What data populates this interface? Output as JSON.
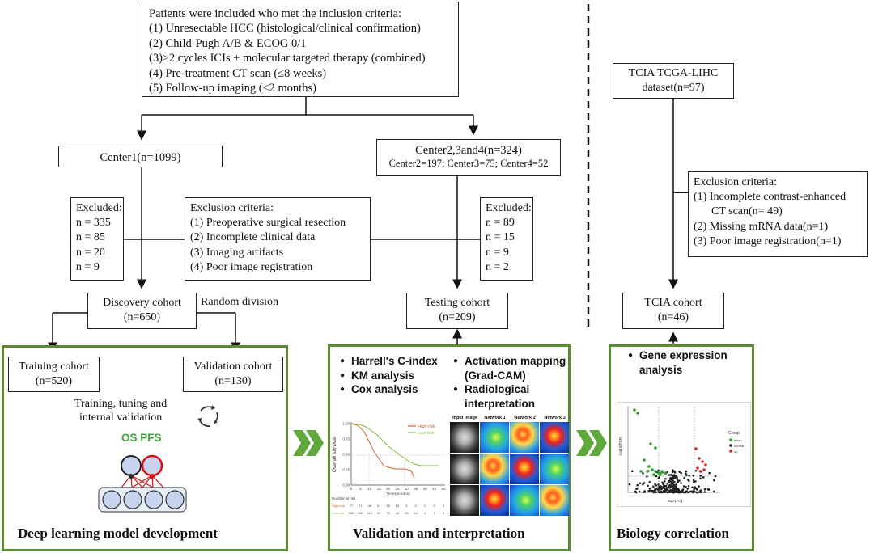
{
  "inclusion": {
    "title": "Patients were included who met the inclusion criteria:",
    "items": [
      "(1)  Unresectable HCC (histological/clinical confirmation)",
      "(2) Child-Pugh A/B & ECOG 0/1",
      "(3)≥2 cycles ICIs + molecular targeted therapy (combined)",
      "(4) Pre-treatment CT scan (≤8 weeks)",
      "(5) Follow-up imaging (≤2 months)"
    ]
  },
  "center1": "Center1(n=1099)",
  "center234": {
    "title": "Center2,3and4(n=324)",
    "sub": "Center2=197; Center3=75; Center4=52"
  },
  "excluded_left": {
    "title": "Excluded:",
    "items": [
      "n = 335",
      "n = 85",
      "n = 20",
      "n = 9"
    ]
  },
  "exclusion_mid": {
    "title": "Exclusion criteria:",
    "items": [
      "(1) Preoperative surgical resection",
      "(2) Incomplete clinical data",
      "(3) Imaging artifacts",
      "(4) Poor image registration"
    ]
  },
  "excluded_right": {
    "title": "Excluded:",
    "items": [
      "n = 89",
      "n = 15",
      "n = 9",
      "n = 2"
    ]
  },
  "discovery": {
    "line1": "Discovery cohort",
    "line2": "(n=650)"
  },
  "random_division": "Random division",
  "testing": {
    "line1": "Testing cohort",
    "line2": "(n=209)"
  },
  "training": {
    "line1": "Training cohort",
    "line2": "(n=520)"
  },
  "validation": {
    "line1": "Validation cohort",
    "line2": "(n=130)"
  },
  "training_text": {
    "line1": "Training, tuning and",
    "line2": "internal validation"
  },
  "network_labels": {
    "os": "OS",
    "pfs": "PFS"
  },
  "tcia_dataset": {
    "line1": "TCIA TCGA-LIHC",
    "line2": "dataset(n=97)"
  },
  "tcia_exclusion": {
    "title": "Exclusion criteria:",
    "items": [
      "(1) Incomplete contrast-enhanced",
      "CT scan(n= 49)",
      "(2) Missing mRNA data(n=1)",
      "(3) Poor image registration(n=1)"
    ]
  },
  "tcia_cohort": {
    "line1": "TCIA cohort",
    "line2": "(n=46)"
  },
  "panel1_title": "Deep learning model development",
  "panel2_title": "Validation and interpretation",
  "panel3_title": "Biology correlation",
  "panel2_bullets_left": [
    "Harrell's C-index",
    "KM analysis",
    "Cox analysis"
  ],
  "panel2_bullets_right": [
    "Activation mapping",
    "(Grad-CAM)",
    "Radiological",
    "interpretation"
  ],
  "panel3_bullets": [
    "Gene expression",
    "analysis"
  ],
  "km": {
    "ylabel": "Overall survival",
    "xlabel": "Time(months)",
    "legend": [
      "High-risk",
      "Low-risk"
    ],
    "yticks": [
      "1.00",
      "0.75",
      "0.50",
      "0.25",
      "0.00"
    ],
    "xticks": [
      "0",
      "5",
      "10",
      "15",
      "20",
      "25",
      "30",
      "35",
      "40",
      "45",
      "50"
    ],
    "risk_title": "Number at risk",
    "risk_rows": [
      {
        "label": "High-risk",
        "values": [
          "77",
          "71",
          "46",
          "24",
          "16",
          "10",
          "6",
          "0",
          "0",
          "0",
          "0"
        ]
      },
      {
        "label": "Low-risk",
        "values": [
          "132",
          "130",
          "114",
          "94",
          "75",
          "44",
          "28",
          "12",
          "4",
          "1",
          "0"
        ]
      }
    ]
  },
  "gradcam_headers": [
    "Input image",
    "Network 1",
    "Network 2",
    "Network 3"
  ],
  "volcano": {
    "ylabel": "-log10(FDR)",
    "xlabel": "log2(FC)",
    "legend_title": "Group",
    "legend": [
      "down",
      "normal",
      "up"
    ],
    "colors": {
      "down": "#2ca02c",
      "normal": "#222222",
      "up": "#d62728"
    }
  },
  "colors": {
    "panel_border": "#5a8a32",
    "chevron": "#5fa83a",
    "high_risk": "#d9622b",
    "low_risk": "#7fbf3f"
  }
}
